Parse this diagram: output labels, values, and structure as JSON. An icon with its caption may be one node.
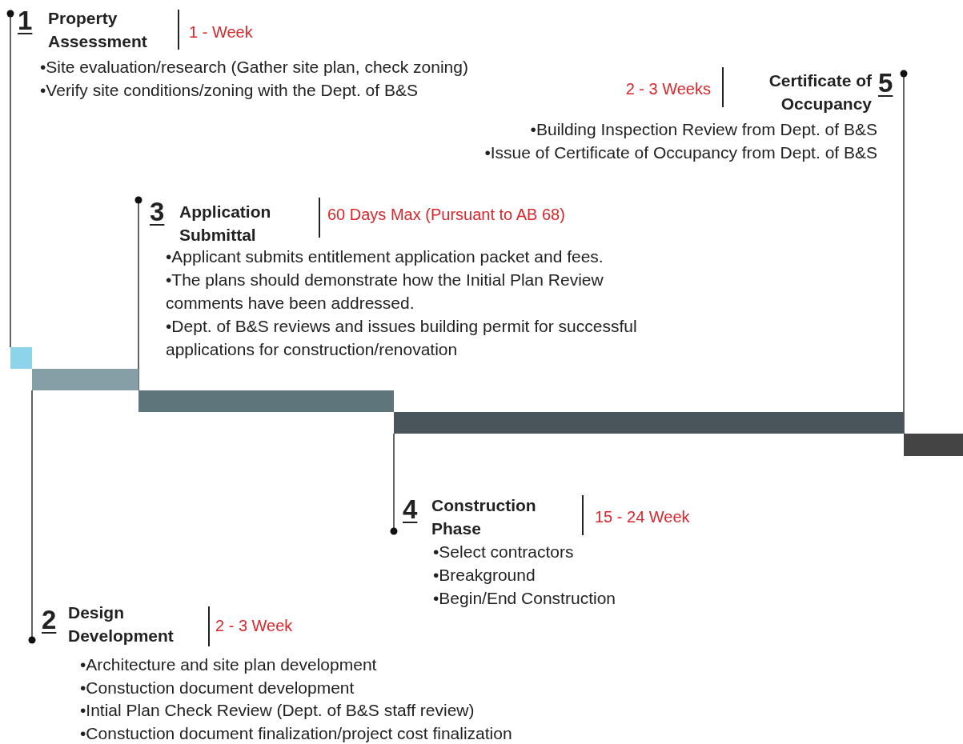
{
  "diagram": {
    "nodes": [
      {
        "text": [
          "1",
          "Property Assessment",
          "1 - Week",
          "•Site evaluation/research (Gather site plan, check zoning)",
          "•Verify site conditions/zoning with the Dept. of B&S"
        ]
      },
      {
        "text": [
          "2 - 3  Weeks",
          "Certificate of Occupancy",
          "5",
          "•Building Inspection Review from Dept. of B&S",
          "•Issue of Certificate of Occupancy from Dept. of B&S"
        ]
      },
      {
        "text": [
          "3",
          "Application Submittal",
          "60 Days Max (Pursuant to AB 68)",
          "•Applicant submits entitlement application packet and fees.",
          "•The plans should demonstrate how the Initial Plan Review comments have been addressed.",
          "•Dept. of B&S reviews and issues building permit for successful applications for construction/renovation"
        ]
      },
      {
        "text": [],
        "shape": "bar"
      },
      {
        "text": [],
        "shape": "bar"
      },
      {
        "text": [],
        "shape": "bar"
      },
      {
        "text": [],
        "shape": "bar"
      },
      {
        "text": [],
        "shape": "bar"
      },
      {
        "text": [
          "4",
          "Construction Phase",
          "15 - 24 Week",
          "•Select contractors",
          "•Breakground",
          "•Begin/End Construction"
        ]
      },
      {
        "text": [
          "2",
          "Design Development",
          "2 - 3 Week",
          "•Architecture and site plan development",
          "•Constuction document development",
          "•Intial Plan Check Review (Dept. of B&S staff review)",
          "•Constuction document finalization/project cost finalization"
        ]
      }
    ],
    "edges": [
      {
        "from": 0,
        "to": 3,
        "arrow": "other"
      },
      {
        "from": 9,
        "to": 4,
        "arrow": "other"
      },
      {
        "from": 2,
        "to": 5,
        "arrow": "other"
      },
      {
        "from": 8,
        "to": 6,
        "arrow": "other"
      },
      {
        "from": 1,
        "to": 7,
        "arrow": "other"
      }
    ]
  }
}
